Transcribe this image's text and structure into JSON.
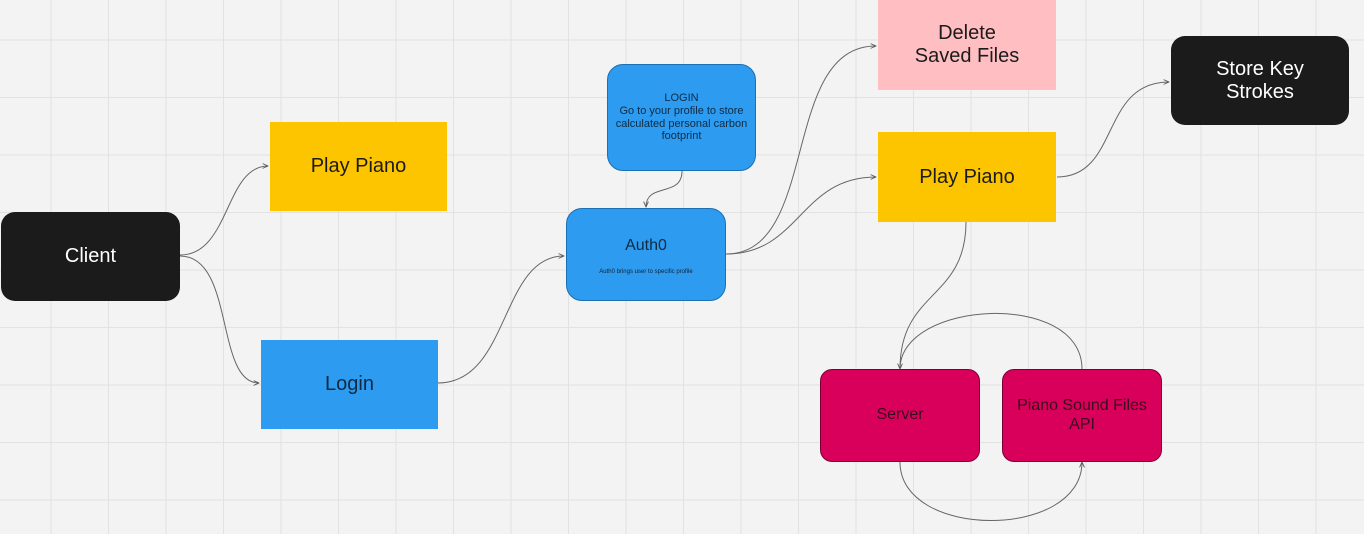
{
  "nodes": {
    "client": "Client",
    "play_piano_1": "Play Piano",
    "login": "Login",
    "login_note_title": "LOGIN",
    "login_note_body": "Go to your profile to store calculated personal carbon footprint",
    "auth0_title": "Auth0",
    "auth0_subtitle": "Auth0 brings user to specific profile",
    "delete_saved_files": "Delete Saved Files",
    "play_piano_2": "Play Piano",
    "store_key_strokes": "Store Key Strokes",
    "server": "Server",
    "piano_sound_files_api": "Piano Sound Files API"
  },
  "colors": {
    "dark": "#1b1b1b",
    "yellow": "#fcc500",
    "blue": "#2d9bf0",
    "pink": "#ffbfc2",
    "magenta": "#d9005b",
    "connector": "#555555"
  }
}
